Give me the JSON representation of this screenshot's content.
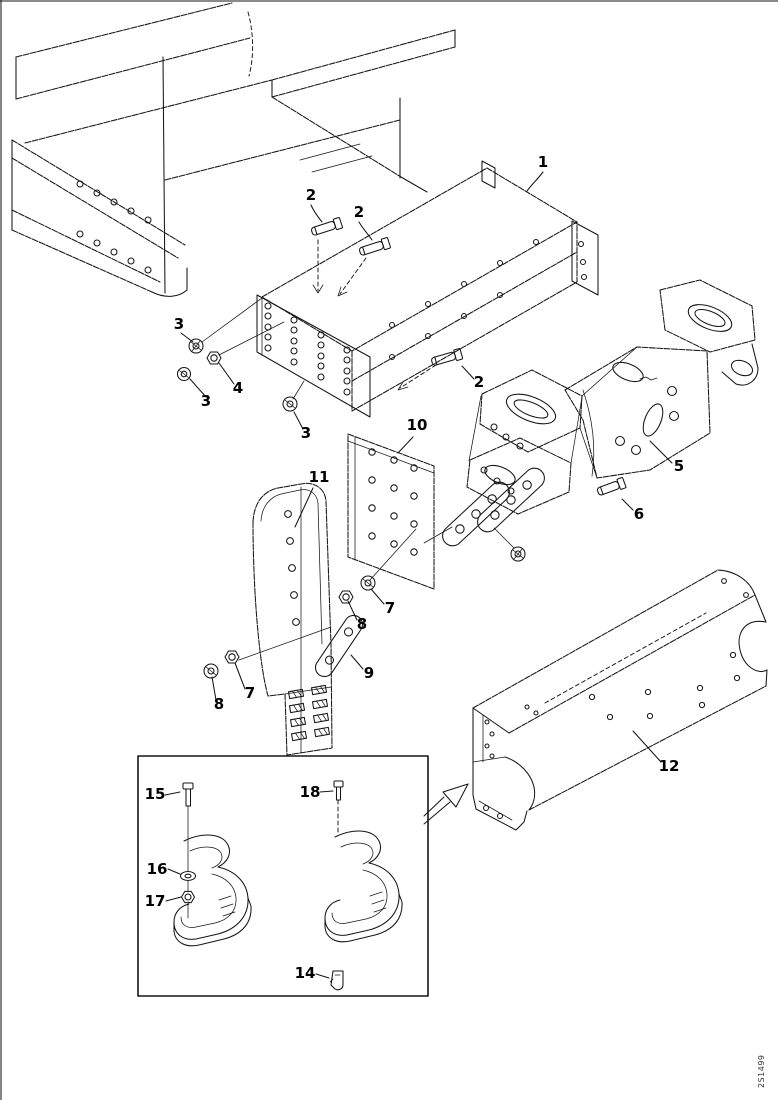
{
  "page": {
    "background": "#ffffff",
    "ink": "#161616"
  },
  "diagram": {
    "type": "exploded-parts-diagram",
    "callouts": [
      {
        "label": "1"
      },
      {
        "label": "2"
      },
      {
        "label": "2"
      },
      {
        "label": "2"
      },
      {
        "label": "3"
      },
      {
        "label": "3"
      },
      {
        "label": "3"
      },
      {
        "label": "4"
      },
      {
        "label": "5"
      },
      {
        "label": "6"
      },
      {
        "label": "7"
      },
      {
        "label": "7"
      },
      {
        "label": "8"
      },
      {
        "label": "8"
      },
      {
        "label": "9"
      },
      {
        "label": "10"
      },
      {
        "label": "11"
      },
      {
        "label": "12"
      },
      {
        "label": "14"
      },
      {
        "label": "15"
      },
      {
        "label": "16"
      },
      {
        "label": "17"
      },
      {
        "label": "18"
      }
    ],
    "doc_code": "2S1499"
  }
}
